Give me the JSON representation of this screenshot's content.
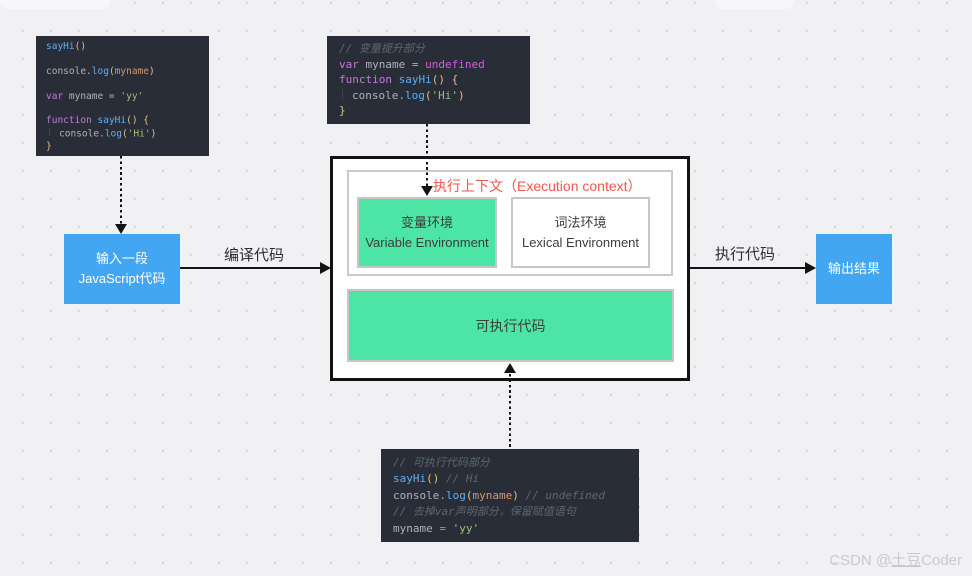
{
  "colors": {
    "accent_blue": "#43a6f3",
    "accent_green": "#4de5a5",
    "title_red": "#f2564f",
    "code_bg": "#282d37"
  },
  "flow": {
    "input_box": {
      "line1": "输入一段",
      "line2": "JavaScript代码"
    },
    "compile_label": "编译代码",
    "execute_label": "执行代码",
    "output_box": {
      "label": "输出结果"
    }
  },
  "context": {
    "title": "执行上下文（Execution context）",
    "variable_env": {
      "zh": "变量环境",
      "en": "Variable Environment"
    },
    "lexical_env": {
      "zh": "词法环境",
      "en": "Lexical Environment"
    },
    "executable_label": "可执行代码"
  },
  "watermark": {
    "prefix": "CSDN @",
    "user": "土豆",
    "suffix": "Coder"
  },
  "code_blocks": {
    "source": {
      "lines": [
        [
          {
            "t": "sayHi",
            "c": "fn"
          },
          {
            "t": "()",
            "c": "pn"
          }
        ],
        [],
        [
          {
            "t": "console.",
            "c": "pln"
          },
          {
            "t": "log",
            "c": "fn"
          },
          {
            "t": "(",
            "c": "pn"
          },
          {
            "t": "myname",
            "c": "arg"
          },
          {
            "t": ")",
            "c": "pn"
          }
        ],
        [],
        [
          {
            "t": "var",
            "c": "kw"
          },
          {
            "t": " myname = ",
            "c": "pln"
          },
          {
            "t": "'yy'",
            "c": "str"
          }
        ],
        [],
        [
          {
            "t": "function",
            "c": "kw"
          },
          {
            "t": " ",
            "c": "pln"
          },
          {
            "t": "sayHi",
            "c": "fn"
          },
          {
            "t": "()",
            "c": "pn"
          },
          {
            "t": " ",
            "c": "pln"
          },
          {
            "t": "{",
            "c": "pn"
          }
        ],
        [
          {
            "t": "",
            "c": "guide"
          },
          {
            "t": "console.",
            "c": "pln"
          },
          {
            "t": "log",
            "c": "fn"
          },
          {
            "t": "(",
            "c": "pn"
          },
          {
            "t": "'Hi'",
            "c": "str"
          },
          {
            "t": ")",
            "c": "pn"
          }
        ],
        [
          {
            "t": "}",
            "c": "pn"
          }
        ]
      ]
    },
    "hoisted": {
      "lines": [
        [
          {
            "t": "// 变量提升部分",
            "c": "cmt"
          }
        ],
        [
          {
            "t": "var",
            "c": "kw"
          },
          {
            "t": " myname = ",
            "c": "pln"
          },
          {
            "t": "undefined",
            "c": "undef"
          }
        ],
        [
          {
            "t": "function",
            "c": "kw"
          },
          {
            "t": " ",
            "c": "pln"
          },
          {
            "t": "sayHi",
            "c": "fn"
          },
          {
            "t": "()",
            "c": "pn"
          },
          {
            "t": " ",
            "c": "pln"
          },
          {
            "t": "{",
            "c": "pn"
          }
        ],
        [
          {
            "t": "",
            "c": "guide"
          },
          {
            "t": "console.",
            "c": "pln"
          },
          {
            "t": "log",
            "c": "fn"
          },
          {
            "t": "(",
            "c": "pn"
          },
          {
            "t": "'Hi'",
            "c": "str"
          },
          {
            "t": ")",
            "c": "pn"
          }
        ],
        [
          {
            "t": "}",
            "c": "pn"
          }
        ]
      ]
    },
    "executable": {
      "lines": [
        [
          {
            "t": "// 可执行代码部分",
            "c": "cmt"
          }
        ],
        [
          {
            "t": "sayHi",
            "c": "fn"
          },
          {
            "t": "()",
            "c": "pn"
          },
          {
            "t": " ",
            "c": "pln"
          },
          {
            "t": "// Hi",
            "c": "cmt"
          }
        ],
        [
          {
            "t": "console.",
            "c": "pln"
          },
          {
            "t": "log",
            "c": "fn"
          },
          {
            "t": "(",
            "c": "pn"
          },
          {
            "t": "myname",
            "c": "arg"
          },
          {
            "t": ")",
            "c": "pn"
          },
          {
            "t": " ",
            "c": "pln"
          },
          {
            "t": "// undefined",
            "c": "cmt"
          }
        ],
        [
          {
            "t": "// 去掉var声明部分，保留赋值语句",
            "c": "cmt"
          }
        ],
        [
          {
            "t": "myname ",
            "c": "pln"
          },
          {
            "t": "=",
            "c": "op"
          },
          {
            "t": " ",
            "c": "pln"
          },
          {
            "t": "'yy'",
            "c": "str"
          }
        ]
      ]
    }
  }
}
